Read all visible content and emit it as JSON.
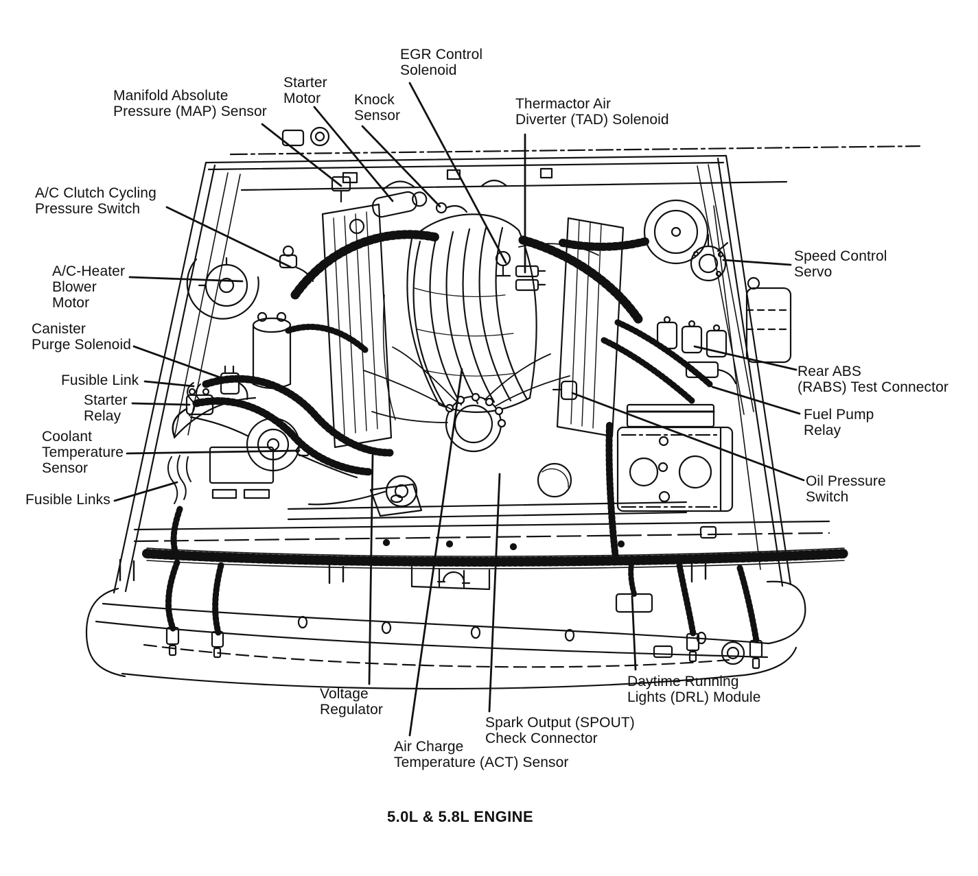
{
  "figure": {
    "caption": "5.0L & 5.8L ENGINE",
    "ink_color": "#111111",
    "background_color": "#ffffff",
    "callouts": {
      "manifold_absolute_pressure_sensor": "Manifold Absolute\nPressure (MAP) Sensor",
      "starter_motor": "Starter\nMotor",
      "knock_sensor": "Knock\nSensor",
      "egr_control_solenoid": "EGR Control\nSolenoid",
      "thermactor_air_diverter_solenoid": "Thermactor Air\nDiverter (TAD) Solenoid",
      "ac_clutch_cycling_pressure_switch": "A/C Clutch Cycling\nPressure Switch",
      "ac_heater_blower_motor": "A/C-Heater\nBlower\nMotor",
      "canister_purge_solenoid": "Canister\nPurge Solenoid",
      "fusible_link": "Fusible Link",
      "starter_relay": "Starter\nRelay",
      "coolant_temperature_sensor": "Coolant\nTemperature\nSensor",
      "fusible_links": "Fusible Links",
      "speed_control_servo": "Speed Control\nServo",
      "rear_abs_test_connector": "Rear ABS\n(RABS) Test Connector",
      "fuel_pump_relay": "Fuel Pump\nRelay",
      "oil_pressure_switch": "Oil Pressure\nSwitch",
      "voltage_regulator": "Voltage\nRegulator",
      "daytime_running_lights_module": "Daytime Running\nLights (DRL) Module",
      "spark_output_check_connector": "Spark Output (SPOUT)\nCheck Connector",
      "air_charge_temperature_sensor": "Air Charge\nTemperature (ACT) Sensor"
    }
  }
}
